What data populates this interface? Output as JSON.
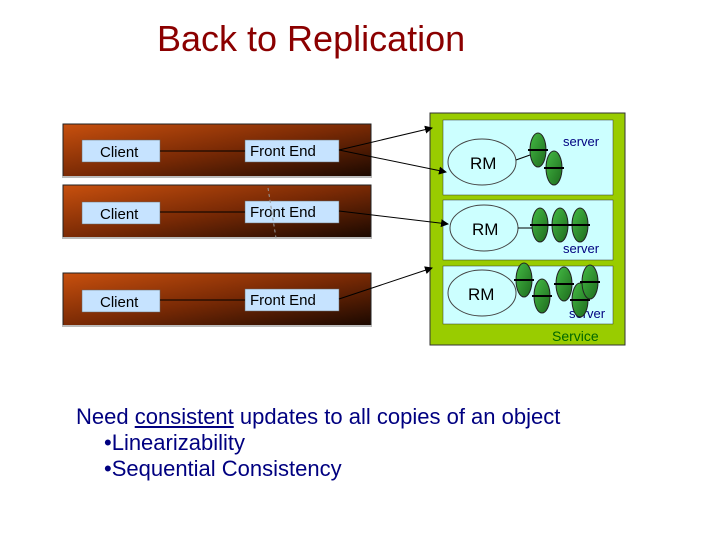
{
  "slide": {
    "title": "Back to Replication"
  },
  "diagram": {
    "clients": [
      {
        "client_label": "Client",
        "front_end_label": "Front End"
      },
      {
        "client_label": "Client",
        "front_end_label": "Front End"
      },
      {
        "client_label": "Client",
        "front_end_label": "Front End"
      }
    ],
    "service": {
      "label": "Service",
      "rms": [
        {
          "rm_label": "RM",
          "server_label": "server"
        },
        {
          "rm_label": "RM",
          "server_label": "server"
        },
        {
          "rm_label": "RM",
          "server_label": "server"
        }
      ]
    },
    "colors": {
      "client_box_gradient": [
        "#b9410a",
        "#1a0800"
      ],
      "client_label_bg": "#c6e3ff",
      "service_outer": "#99cc00",
      "service_inner": "#ccffff",
      "rm_fill": "#ccffff",
      "server_fill": "#339933",
      "title": "#8b0000",
      "text": "#000080",
      "service_label": "#006600"
    }
  },
  "body": {
    "statement_prefix": "Need ",
    "statement_underlined": "consistent",
    "statement_suffix": " updates to all copies of an object",
    "bullets": [
      "Linearizability",
      "Sequential Consistency"
    ],
    "bullet_char": "•"
  }
}
